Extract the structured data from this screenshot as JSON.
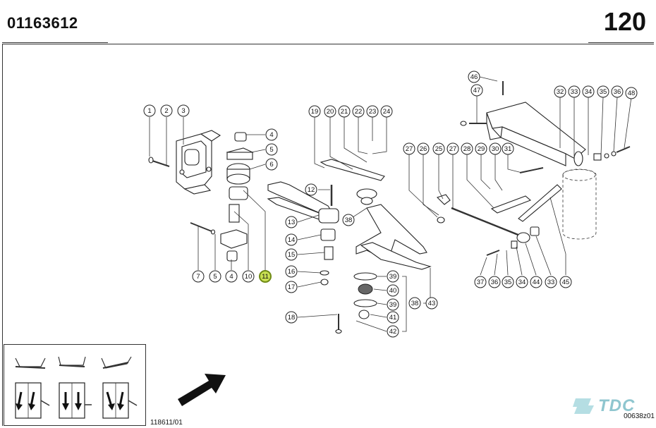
{
  "header": {
    "doc_number": "01163612",
    "page_number": "120"
  },
  "footer": {
    "drawing_ref": "118611/01",
    "image_ref": "00638z01",
    "logo_text": "TDC"
  },
  "highlight_color": "#c8df52",
  "callouts": [
    {
      "label": "1"
    },
    {
      "label": "2"
    },
    {
      "label": "3"
    },
    {
      "label": "4"
    },
    {
      "label": "5"
    },
    {
      "label": "6"
    },
    {
      "label": "7"
    },
    {
      "label": "5"
    },
    {
      "label": "4"
    },
    {
      "label": "10"
    },
    {
      "label": "11"
    },
    {
      "label": "12"
    },
    {
      "label": "13"
    },
    {
      "label": "14"
    },
    {
      "label": "15"
    },
    {
      "label": "16"
    },
    {
      "label": "17"
    },
    {
      "label": "18"
    },
    {
      "label": "19"
    },
    {
      "label": "20"
    },
    {
      "label": "21"
    },
    {
      "label": "22"
    },
    {
      "label": "23"
    },
    {
      "label": "24"
    },
    {
      "label": "38"
    },
    {
      "label": "39"
    },
    {
      "label": "40"
    },
    {
      "label": "39"
    },
    {
      "label": "41"
    },
    {
      "label": "42"
    },
    {
      "label": "38"
    },
    {
      "label": "43"
    },
    {
      "label": "27"
    },
    {
      "label": "26"
    },
    {
      "label": "25"
    },
    {
      "label": "27"
    },
    {
      "label": "28"
    },
    {
      "label": "29"
    },
    {
      "label": "30"
    },
    {
      "label": "31"
    },
    {
      "label": "46"
    },
    {
      "label": "47"
    },
    {
      "label": "32"
    },
    {
      "label": "33"
    },
    {
      "label": "34"
    },
    {
      "label": "35"
    },
    {
      "label": "36"
    },
    {
      "label": "48"
    },
    {
      "label": "37"
    },
    {
      "label": "36"
    },
    {
      "label": "35"
    },
    {
      "label": "34"
    },
    {
      "label": "44"
    },
    {
      "label": "33"
    },
    {
      "label": "45"
    }
  ],
  "highlighted_callout": "11"
}
